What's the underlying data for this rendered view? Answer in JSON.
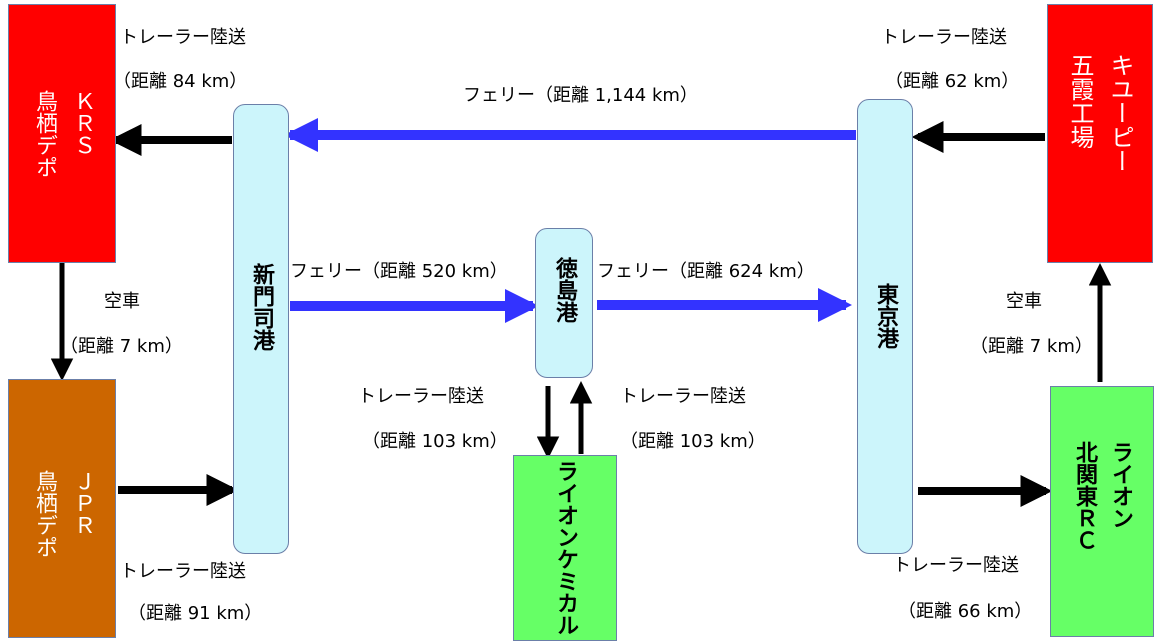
{
  "nodes": {
    "kewpie": {
      "l1": "キユーピー",
      "l2": "五霞工場",
      "color": "#ff0000"
    },
    "krs": {
      "l1": "ＫＲＳ",
      "l2": "鳥栖デポ",
      "color": "#ff0000"
    },
    "jpr": {
      "l1": "ＪＰＲ",
      "l2": "鳥栖デポ",
      "color": "#cc6600"
    },
    "lion_kita": {
      "l1": "ライオン",
      "l2": "北関東ＲＣ",
      "color": "#66ff66"
    },
    "lion_chem": {
      "name": "ライオンケミカル",
      "color": "#66ff66"
    },
    "shinmoji": {
      "name": "新門司港",
      "color": "#ccf5fb"
    },
    "tokushima": {
      "name": "徳島港",
      "color": "#ccf5fb"
    },
    "tokyo": {
      "name": "東京港",
      "color": "#ccf5fb"
    }
  },
  "routes": {
    "kewpie_tokyo": {
      "mode": "トレーラー陸送",
      "distance": "（距離 62 km）"
    },
    "tokyo_shinmoji": {
      "label": "フェリー（距離 1,144 km）"
    },
    "shinmoji_krs": {
      "mode": "トレーラー陸送",
      "distance": "（距離 84 km）"
    },
    "krs_jpr": {
      "mode": "空車",
      "distance": "（距離 7 km）"
    },
    "jpr_shinmoji": {
      "mode": "トレーラー陸送",
      "distance": "（距離 91 km）"
    },
    "shinmoji_tokushima": {
      "label": "フェリー（距離 520 km）"
    },
    "tokushima_tokyo": {
      "label": "フェリー（距離 624 km）"
    },
    "tokushima_chem": {
      "mode": "トレーラー陸送",
      "distance": "（距離 103 km）"
    },
    "chem_tokushima": {
      "mode": "トレーラー陸送",
      "distance": "（距離 103 km）"
    },
    "tokyo_lion": {
      "mode": "トレーラー陸送",
      "distance": "（距離 66 km）"
    },
    "lion_kewpie": {
      "mode": "空車",
      "distance": "（距離 7 km）"
    }
  },
  "colors": {
    "ferry_arrow": "#3333ff",
    "truck_arrow": "#000000",
    "outline": "#6b7fa8"
  }
}
